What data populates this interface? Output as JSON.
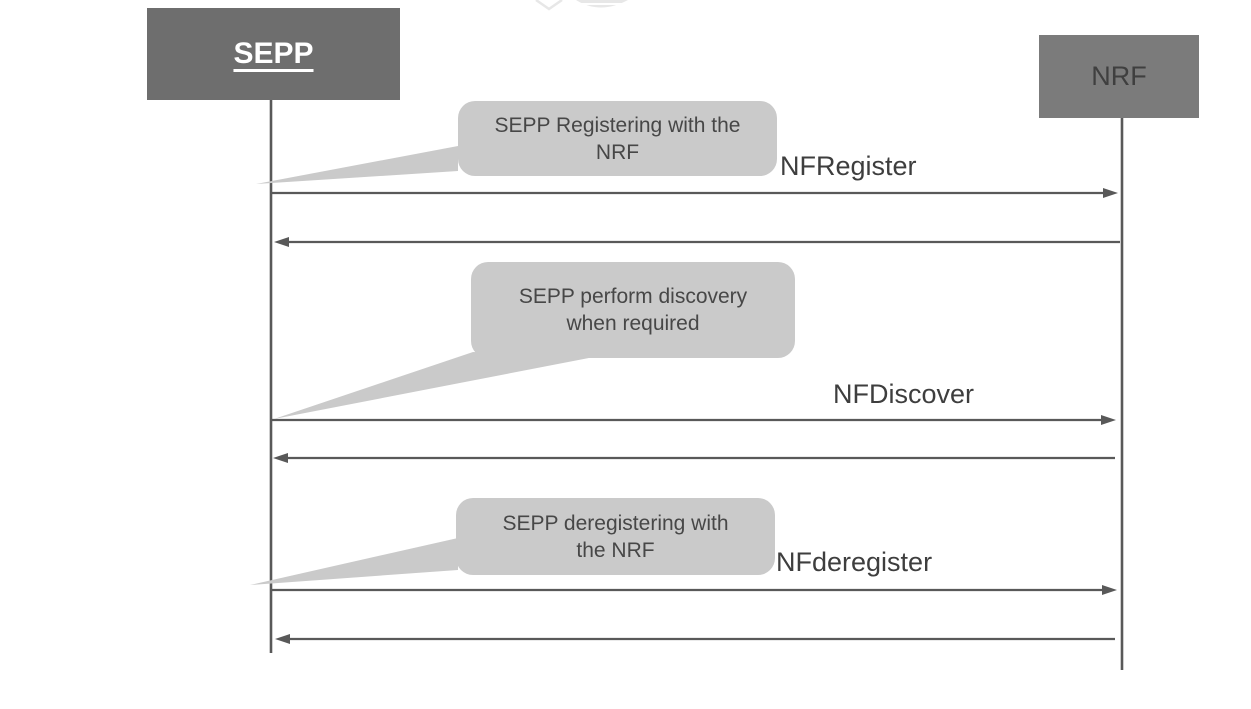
{
  "diagram": {
    "type": "sequence-diagram",
    "actors": [
      {
        "id": "sepp",
        "label": "SEPP"
      },
      {
        "id": "nrf",
        "label": "NRF"
      }
    ],
    "notes": [
      {
        "line1": "SEPP Registering with the",
        "line2": "NRF"
      },
      {
        "line1": "SEPP perform discovery",
        "line2": "when required"
      },
      {
        "line1": "SEPP deregistering with",
        "line2": "the NRF"
      }
    ],
    "messages": [
      {
        "label": "NFRegister",
        "from": "SEPP",
        "to": "NRF",
        "direction": "right"
      },
      {
        "label": "",
        "from": "NRF",
        "to": "SEPP",
        "direction": "left"
      },
      {
        "label": "NFDiscover",
        "from": "SEPP",
        "to": "NRF",
        "direction": "right"
      },
      {
        "label": "",
        "from": "NRF",
        "to": "SEPP",
        "direction": "left"
      },
      {
        "label": "NFderegister",
        "from": "SEPP",
        "to": "NRF",
        "direction": "right"
      },
      {
        "label": "",
        "from": "NRF",
        "to": "SEPP",
        "direction": "left"
      }
    ],
    "colors": {
      "background": "#ffffff",
      "line": "#595959",
      "note_fill": "#cacaca",
      "note_text": "#474747",
      "message_text": "#3e3e3e",
      "actor_box_sepp": "#6e6e6e",
      "actor_text_sepp": "#ffffff",
      "actor_box_nrf": "#7b7b7b",
      "actor_text_nrf": "#3f3f3f",
      "watermark": "#e7e7e7"
    }
  }
}
